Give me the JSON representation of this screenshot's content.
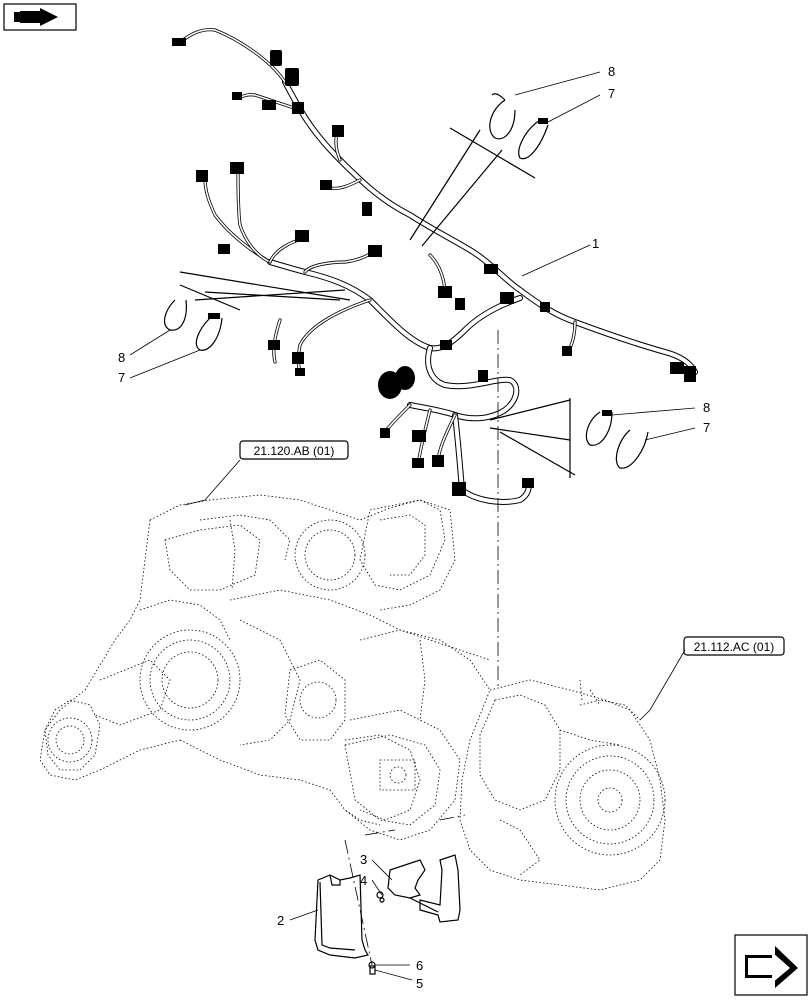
{
  "icons": {
    "top_left": "book-arrow-icon",
    "bottom_right": "next-page-arrow-icon"
  },
  "references": {
    "rear_axle": "21.120.AB (01)",
    "transmission": "21.112.AC (01)"
  },
  "callouts": {
    "harness": "1",
    "shield": "2",
    "bracket": "3",
    "washer": "4",
    "screw": "5",
    "nut": "6",
    "tie_wrap_top": "7",
    "clip_top": "8",
    "tie_wrap_left": "7",
    "clip_left": "8",
    "tie_wrap_right": "7",
    "clip_right": "8"
  }
}
